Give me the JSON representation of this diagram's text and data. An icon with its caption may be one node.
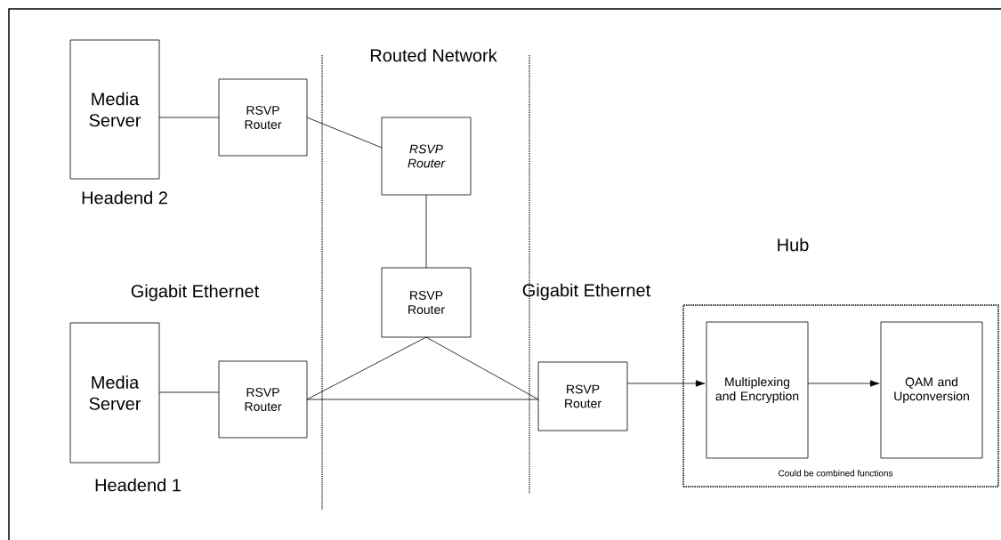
{
  "diagram": {
    "nodes": [
      {
        "text": [
          "Media Server"
        ],
        "beside": [
          "Headend 2"
        ]
      },
      {
        "text": [
          "RSVP Router"
        ]
      },
      {
        "text": [
          "RSVP Router"
        ]
      },
      {
        "text": [
          "RSVP Router"
        ]
      },
      {
        "text": [
          "Media Server"
        ],
        "beside": [
          "Headend 1"
        ]
      },
      {
        "text": [
          "RSVP Router"
        ]
      },
      {
        "text": [
          "RSVP Router"
        ]
      },
      {
        "text": [
          "Could be combined functions"
        ]
      },
      {
        "text": [
          "Multiplexing and Encryption"
        ],
        "in": 7
      },
      {
        "text": [
          "QAM and Upconversion"
        ],
        "in": 7
      }
    ],
    "edges": [
      {
        "from": 0,
        "to": 1,
        "arrow": "none"
      },
      {
        "from": 1,
        "to": 2,
        "arrow": "none"
      },
      {
        "from": 2,
        "to": 3,
        "arrow": "none"
      },
      {
        "from": 4,
        "to": 5,
        "arrow": "none"
      },
      {
        "from": 5,
        "to": 3,
        "arrow": "none"
      },
      {
        "from": 3,
        "to": 6,
        "arrow": "none"
      },
      {
        "from": 5,
        "to": 6,
        "arrow": "none"
      },
      {
        "from": 6,
        "to": 8,
        "arrow": "to"
      },
      {
        "from": 8,
        "to": 9,
        "arrow": "to"
      }
    ],
    "labels": [
      "Routed Network",
      "Hub",
      "Gigabit Ethernet",
      "Gigabit Ethernet"
    ]
  }
}
